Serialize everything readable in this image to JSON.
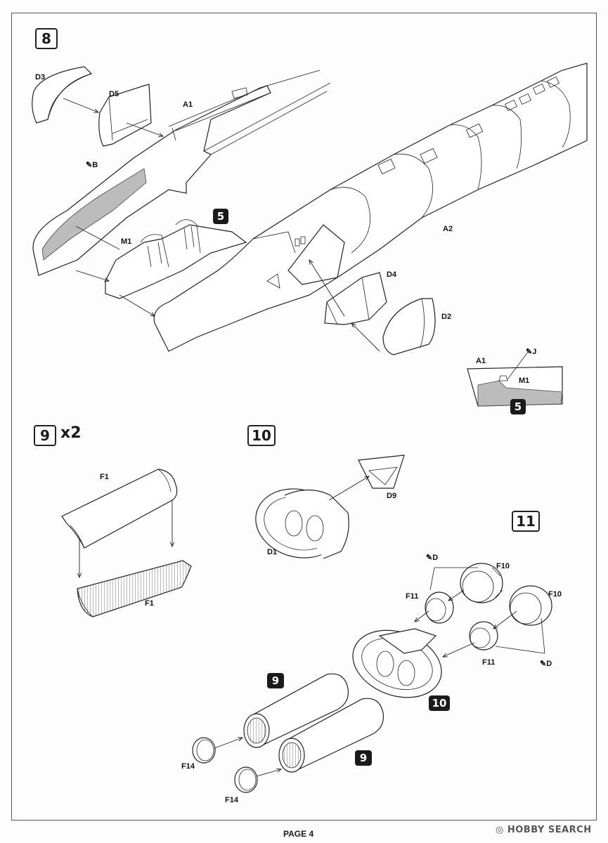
{
  "steps": {
    "s8": "8",
    "s9": "9",
    "s9_multiplier": "x2",
    "s10": "10",
    "s11": "11",
    "sub5_a": "5",
    "sub5_b": "5",
    "sub9_a": "9",
    "sub9_b": "9",
    "sub10": "10"
  },
  "parts": {
    "d3": "D3",
    "d5": "D5",
    "a1": "A1",
    "b": "B",
    "m1": "M1",
    "a2": "A2",
    "d4": "D4",
    "d2": "D2",
    "a1_detail": "A1",
    "j": "J",
    "m1_detail": "M1",
    "f1_top": "F1",
    "f1_bottom": "F1",
    "d9": "D9",
    "d1": "D1",
    "d_top": "D",
    "f10_a": "F10",
    "f10_b": "F10",
    "f11_a": "F11",
    "f11_b": "F11",
    "d_bottom": "D",
    "f14_a": "F14",
    "f14_b": "F14"
  },
  "footer": {
    "page_label": "PAGE",
    "page_number": "4",
    "watermark": "HOBBY SEARCH"
  }
}
